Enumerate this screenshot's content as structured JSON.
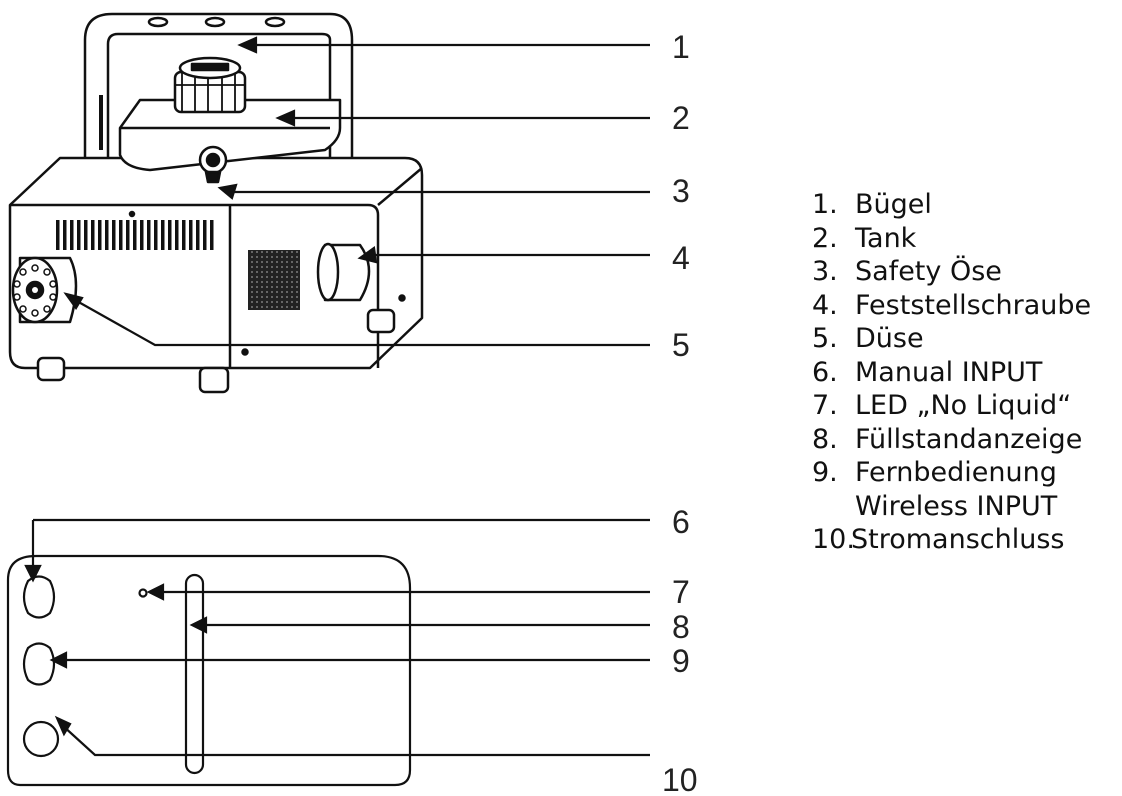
{
  "callouts": [
    "1",
    "2",
    "3",
    "4",
    "5",
    "6",
    "7",
    "8",
    "9",
    "10"
  ],
  "legend": [
    {
      "num": "1.",
      "label": "Bügel"
    },
    {
      "num": "2.",
      "label": "Tank"
    },
    {
      "num": "3.",
      "label": "Safety Öse"
    },
    {
      "num": "4.",
      "label": "Feststellschraube"
    },
    {
      "num": "5.",
      "label": "Düse"
    },
    {
      "num": "6.",
      "label": "Manual INPUT"
    },
    {
      "num": "7.",
      "label": "LED „No Liquid“"
    },
    {
      "num": "8.",
      "label": "Füllstandanzeige"
    },
    {
      "num": "9.",
      "label": "Fernbedienung",
      "label2": "Wireless INPUT"
    },
    {
      "num": "10.",
      "label": "Stromanschluss"
    }
  ]
}
